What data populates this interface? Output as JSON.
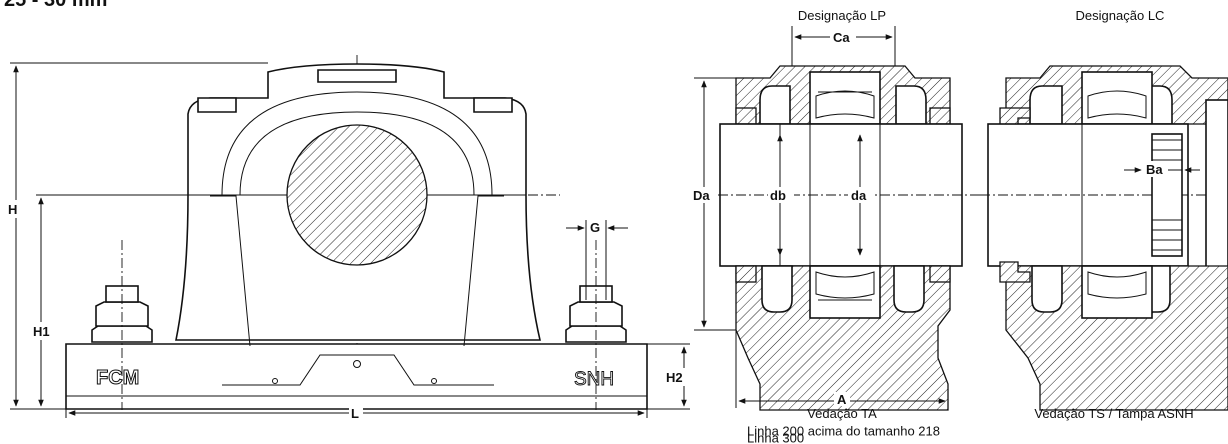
{
  "header": {
    "title_fragment": "25 - 30 mm"
  },
  "housing": {
    "brand_mark": "FCM",
    "model_mark": "SNH",
    "dimensions": {
      "H": "H",
      "H1": "H1",
      "H2": "H2",
      "L": "L",
      "G": "G"
    }
  },
  "section_lp": {
    "title": "Designação LP",
    "dimensions": {
      "Ca": "Ca",
      "Da": "Da",
      "db": "db",
      "da": "da",
      "A": "A"
    },
    "seal_caption": "Vedação TA",
    "notes": [
      "Linha 200 acima do tamanho 218",
      "Linha 300"
    ]
  },
  "section_lc": {
    "title": "Designação LC",
    "dimensions": {
      "Ba": "Ba"
    },
    "seal_caption": "Vedação TS / Tampa ASNH"
  }
}
